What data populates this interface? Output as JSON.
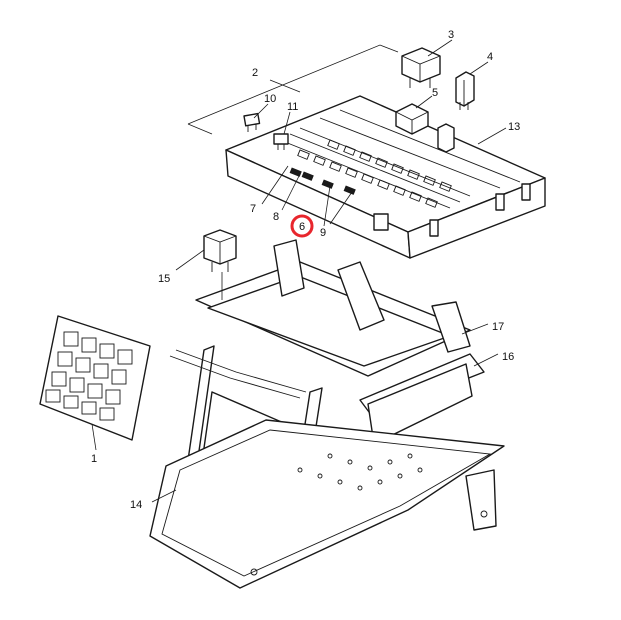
{
  "diagram": {
    "callouts": [
      {
        "id": "c1",
        "label": "1"
      },
      {
        "id": "c2",
        "label": "2"
      },
      {
        "id": "c3",
        "label": "3"
      },
      {
        "id": "c4",
        "label": "4"
      },
      {
        "id": "c5",
        "label": "5"
      },
      {
        "id": "c6",
        "label": "6"
      },
      {
        "id": "c7",
        "label": "7"
      },
      {
        "id": "c8",
        "label": "8"
      },
      {
        "id": "c9",
        "label": "9"
      },
      {
        "id": "c10",
        "label": "10"
      },
      {
        "id": "c11",
        "label": "11"
      },
      {
        "id": "c13",
        "label": "13"
      },
      {
        "id": "c14",
        "label": "14"
      },
      {
        "id": "c15",
        "label": "15"
      },
      {
        "id": "c16",
        "label": "16"
      },
      {
        "id": "c17",
        "label": "17"
      }
    ],
    "highlight": {
      "label": "6",
      "color": "#e8262d"
    }
  }
}
